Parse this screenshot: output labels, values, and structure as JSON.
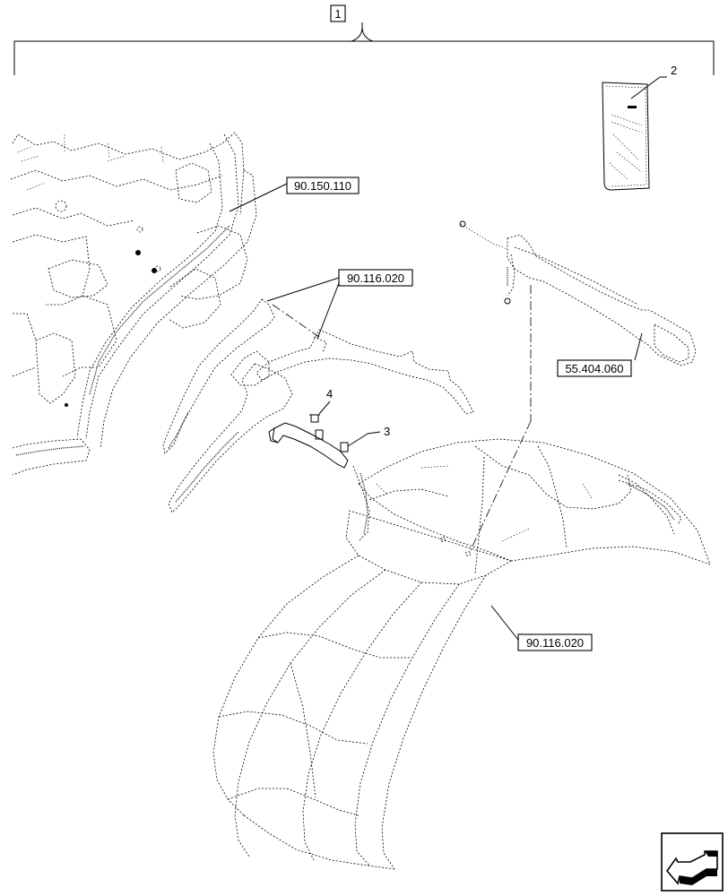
{
  "assembly": {
    "item_number": "1"
  },
  "items": [
    {
      "number": "2"
    },
    {
      "number": "3"
    },
    {
      "number": "4"
    }
  ],
  "references": {
    "cab_frame": "90.150.110",
    "fender_bracket": "90.116.020",
    "mirror_arm": "55.404.060",
    "fender": "90.116.020"
  },
  "icons": {
    "navigation": "arrow-back-icon"
  }
}
